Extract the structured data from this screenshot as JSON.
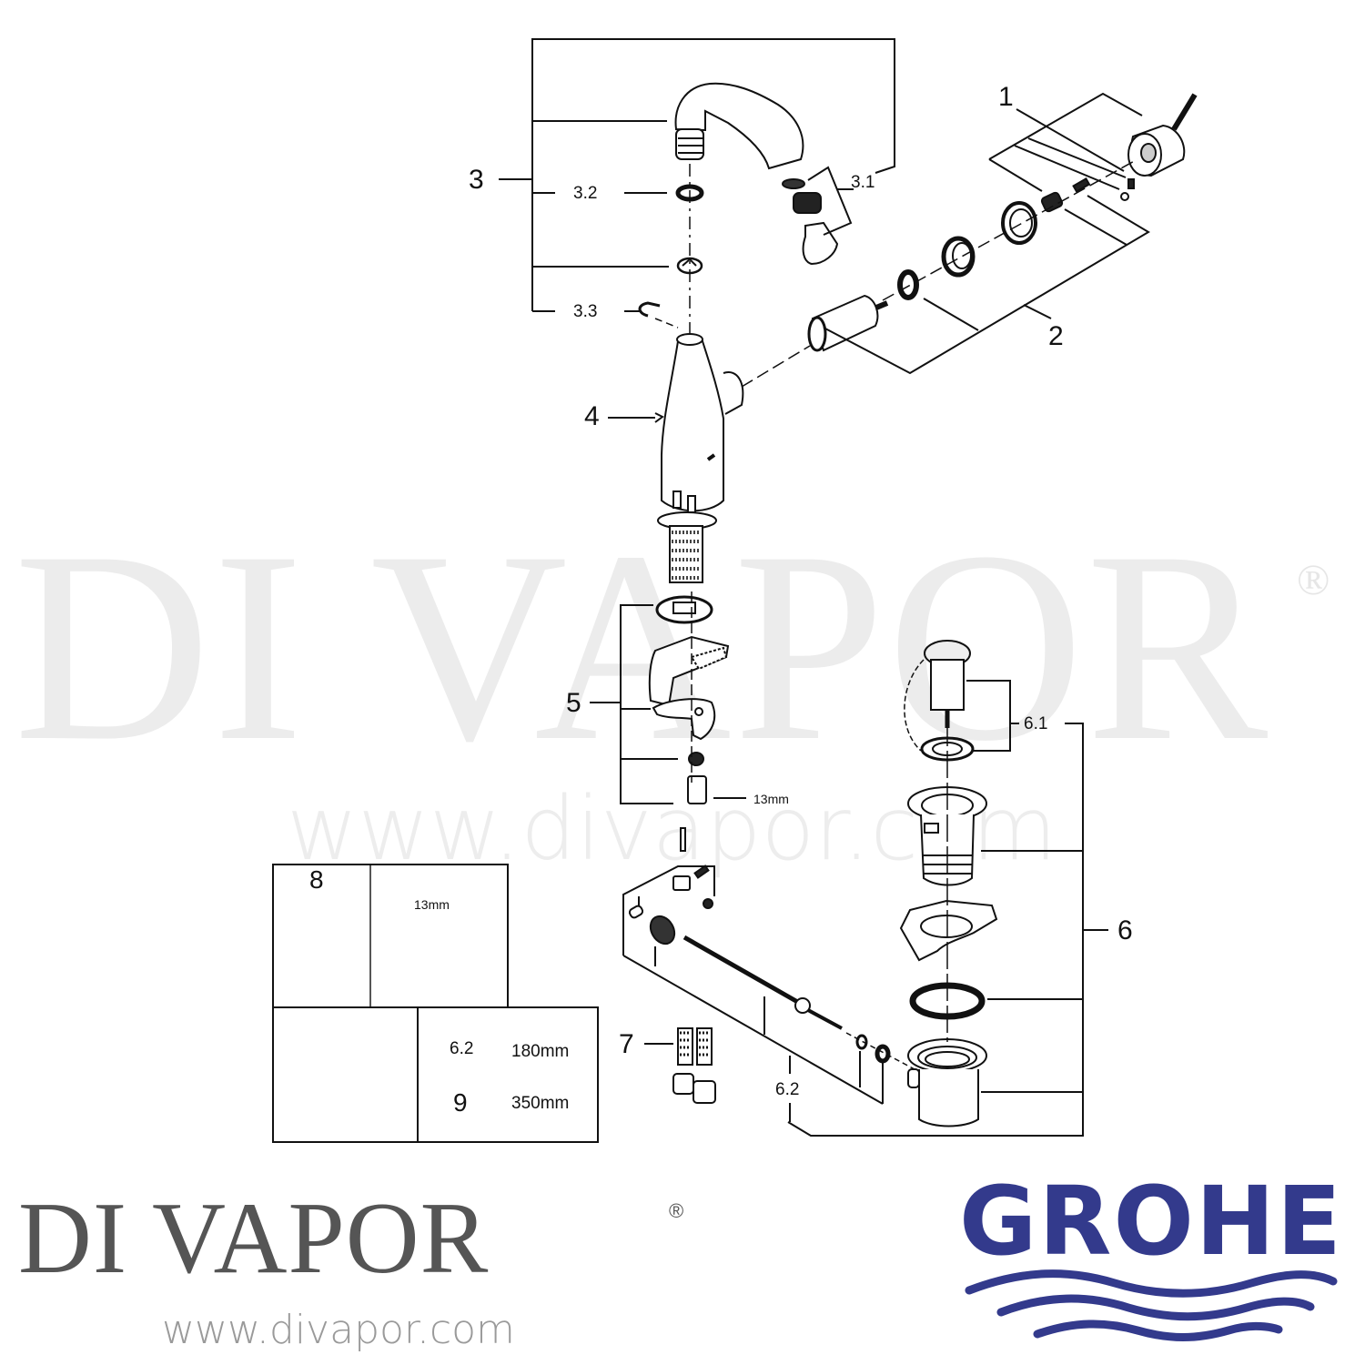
{
  "watermark": {
    "brand": "DI VAPOR",
    "registered": "®",
    "url": "www.divapor.com"
  },
  "labels": {
    "part_1": "1",
    "part_2": "2",
    "part_3": "3",
    "part_3_1": "3.1",
    "part_3_2": "3.2",
    "part_3_3": "3.3",
    "part_4": "4",
    "part_5": "5",
    "part_5_size": "13mm",
    "part_6": "6",
    "part_6_1": "6.1",
    "part_6_2": "6.2",
    "part_7": "7"
  },
  "accessory_table": {
    "tool_label": "8",
    "nut_size": "13mm",
    "rows": [
      {
        "part": "6.2",
        "length": "180mm"
      },
      {
        "part": "9",
        "length": "350mm"
      }
    ]
  },
  "footer": {
    "dealer_brand": "DI VAPOR",
    "dealer_registered": "®",
    "dealer_url": "www.divapor.com",
    "manufacturer": "GROHE",
    "manufacturer_color": "#333a8c"
  }
}
